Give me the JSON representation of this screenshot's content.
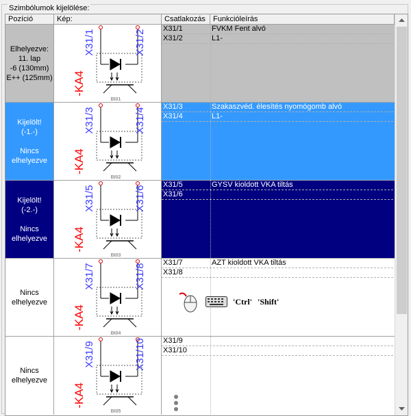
{
  "group_title": "Szimbólumok kijelölése:",
  "columns": {
    "pos": "Pozíció",
    "img": "Kép:",
    "conn": "Csatlakozás",
    "func": "Funkcióleírás"
  },
  "rows": [
    {
      "state": "placed",
      "bg": "#c0c0c0",
      "fg": "#000000",
      "pos": [
        "Elhelyezve:",
        "11. lap",
        "-6 (130mm)",
        "E++ (125mm)"
      ],
      "sym": {
        "label": "-KA4",
        "pin1": "X31/1",
        "pin2": "X31/2",
        "code": "BI01"
      },
      "lines": [
        {
          "conn": "X31/1",
          "func": "FVKM Fent alvó"
        },
        {
          "conn": "X31/2",
          "func": "L1-"
        }
      ]
    },
    {
      "state": "selected1",
      "bg": "#3399ff",
      "fg": "#ffffff",
      "pos": [
        "Kijelölt!",
        "(-1.-)",
        "",
        "Nincs",
        "elhelyezve"
      ],
      "sym": {
        "label": "-KA4",
        "pin1": "X31/3",
        "pin2": "X31/4",
        "code": "BI02"
      },
      "lines": [
        {
          "conn": "X31/3",
          "func": "Szakaszvéd. élesítés nyomógomb alvó"
        },
        {
          "conn": "X31/4",
          "func": "L1-"
        }
      ]
    },
    {
      "state": "selected2",
      "bg": "#000080",
      "fg": "#ffffff",
      "pos": [
        "Kijelölt!",
        "(-2.-)",
        "",
        "Nincs",
        "elhelyezve"
      ],
      "sym": {
        "label": "-KA4",
        "pin1": "X31/5",
        "pin2": "X31/6",
        "code": "BI03"
      },
      "lines": [
        {
          "conn": "X31/5",
          "func": "GYSV kioldott VKA tiltás"
        },
        {
          "conn": "X31/6",
          "func": ""
        }
      ]
    },
    {
      "state": "unplaced",
      "bg": "#ffffff",
      "fg": "#000000",
      "pos": [
        "Nincs",
        "elhelyezve"
      ],
      "sym": {
        "label": "-KA4",
        "pin1": "X31/7",
        "pin2": "X31/8",
        "code": "BI04"
      },
      "lines": [
        {
          "conn": "X31/7",
          "func": "AZT  kioldott VKA tiltás"
        },
        {
          "conn": "X31/8",
          "func": ""
        }
      ],
      "hint": {
        "ctrl": "'Ctrl'",
        "shift": "'Shift'"
      }
    },
    {
      "state": "unplaced",
      "bg": "#ffffff",
      "fg": "#000000",
      "pos": [
        "Nincs",
        "elhelyezve"
      ],
      "sym": {
        "label": "-KA4",
        "pin1": "X31/9",
        "pin2": "X31/10",
        "code": "BI05"
      },
      "lines": [
        {
          "conn": "X31/9",
          "func": ""
        },
        {
          "conn": "X31/10",
          "func": ""
        }
      ]
    }
  ]
}
